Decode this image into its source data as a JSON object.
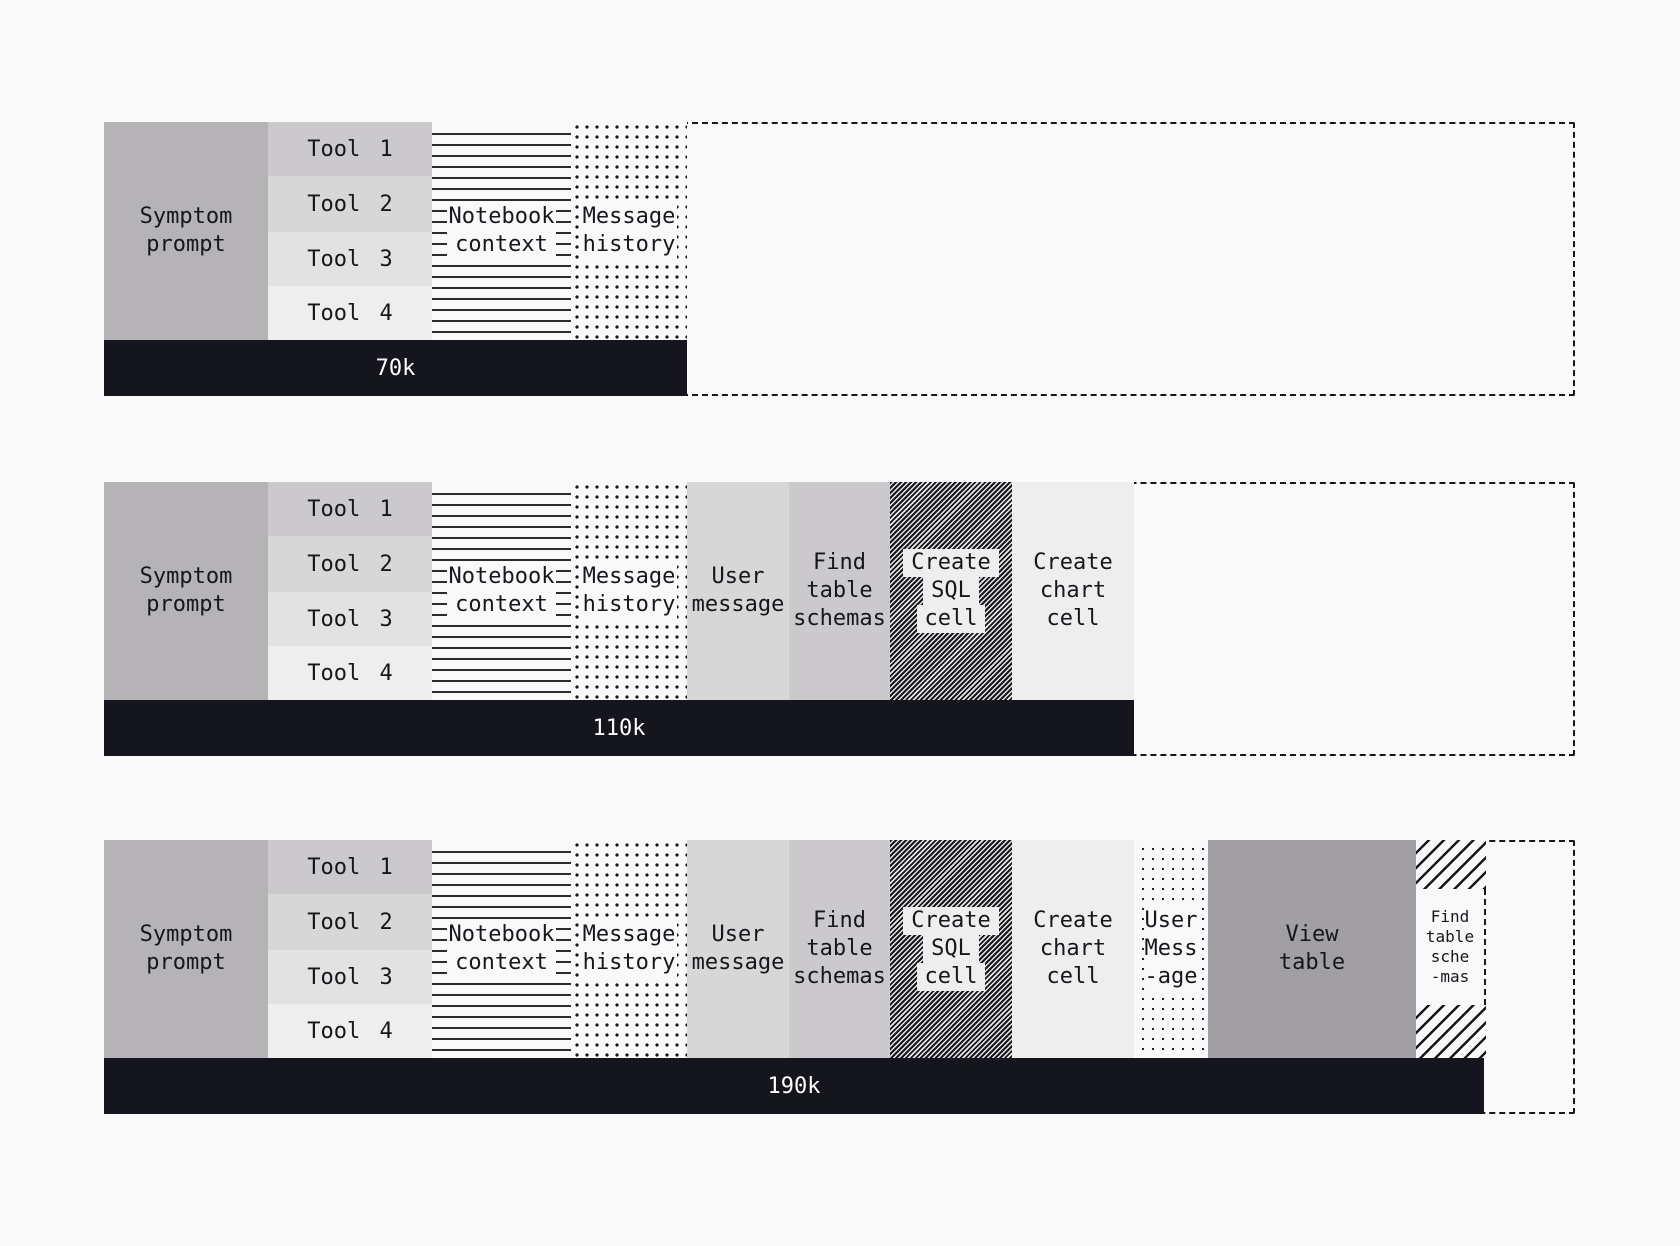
{
  "rows": [
    {
      "total_label": "70k",
      "segments": {
        "symptom": "Symptom\nprompt",
        "tools": [
          "Tool 1",
          "Tool 2",
          "Tool 3",
          "Tool 4"
        ],
        "notebook": "Notebook\ncontext",
        "message": "Message\nhistory"
      }
    },
    {
      "total_label": "110k",
      "segments": {
        "symptom": "Symptom\nprompt",
        "tools": [
          "Tool 1",
          "Tool 2",
          "Tool 3",
          "Tool 4"
        ],
        "notebook": "Notebook\ncontext",
        "message": "Message\nhistory",
        "user_message": "User\nmessage",
        "find_table_schemas": "Find\ntable\nschemas",
        "create_sql_cell": [
          "Create",
          "SQL",
          "cell"
        ],
        "create_chart_cell": "Create\nchart\ncell"
      }
    },
    {
      "total_label": "190k",
      "segments": {
        "symptom": "Symptom\nprompt",
        "tools": [
          "Tool 1",
          "Tool 2",
          "Tool 3",
          "Tool 4"
        ],
        "notebook": "Notebook\ncontext",
        "message": "Message\nhistory",
        "user_message": "User\nmessage",
        "find_table_schemas": "Find\ntable\nschemas",
        "create_sql_cell": [
          "Create",
          "SQL",
          "cell"
        ],
        "create_chart_cell": "Create\nchart\ncell",
        "user_message_2": "User\nMess\n-age",
        "view_table": "View\ntable",
        "find_table_schemas_2": "Find\ntable\nsche\n-mas"
      }
    }
  ],
  "colors": {
    "background": "#faf9fa",
    "symptom": "#b5b3b6",
    "tool_1": "#cbc9cc",
    "tool_2": "#d7d7d7",
    "tool_3": "#e3e2e3",
    "tool_4": "#eeeeee",
    "user_message": "#d7d7d7",
    "find_table_schemas": "#cbc9cc",
    "create_chart_cell": "#eeeeee",
    "view_table": "#a19fa3",
    "total_bar": "#15151e"
  }
}
